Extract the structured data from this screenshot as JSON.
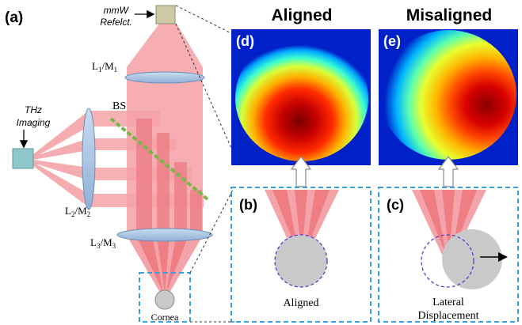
{
  "panels": {
    "a": "(a)",
    "b": "(b)",
    "c": "(c)",
    "d": "(d)",
    "e": "(e)"
  },
  "headings": {
    "aligned": "Aligned",
    "misaligned": "Misaligned"
  },
  "labels": {
    "mmw_line1": "mmW",
    "mmw_line2": "Refelct.",
    "thz_line1": "THz",
    "thz_line2": "Imaging",
    "bs": "BS",
    "cornea": "Cornea",
    "aligned": "Aligned",
    "lateral_line1": "Lateral",
    "lateral_line2": "Displacement"
  },
  "lens_labels": {
    "l1": {
      "main": "L",
      "sub1": "1",
      "mid": "/M",
      "sub2": "1"
    },
    "l2": {
      "main": "L",
      "sub1": "2",
      "mid": "/M",
      "sub2": "2"
    },
    "l3": {
      "main": "L",
      "sub1": "3",
      "mid": "/M",
      "sub2": "3"
    }
  },
  "colors": {
    "beam": "#f4a3a8",
    "beam_dark": "#ee7d84",
    "lens": "#a9c6e3",
    "lens_stroke": "#6d8fb7",
    "detector": "#8fc6c9",
    "reflector": "#cdc9a5",
    "dashed_box": "#3aa0d8",
    "splitter": "#74b84a",
    "cornea": "#c9c9c9",
    "dashed_circle": "#4f3fd0"
  }
}
